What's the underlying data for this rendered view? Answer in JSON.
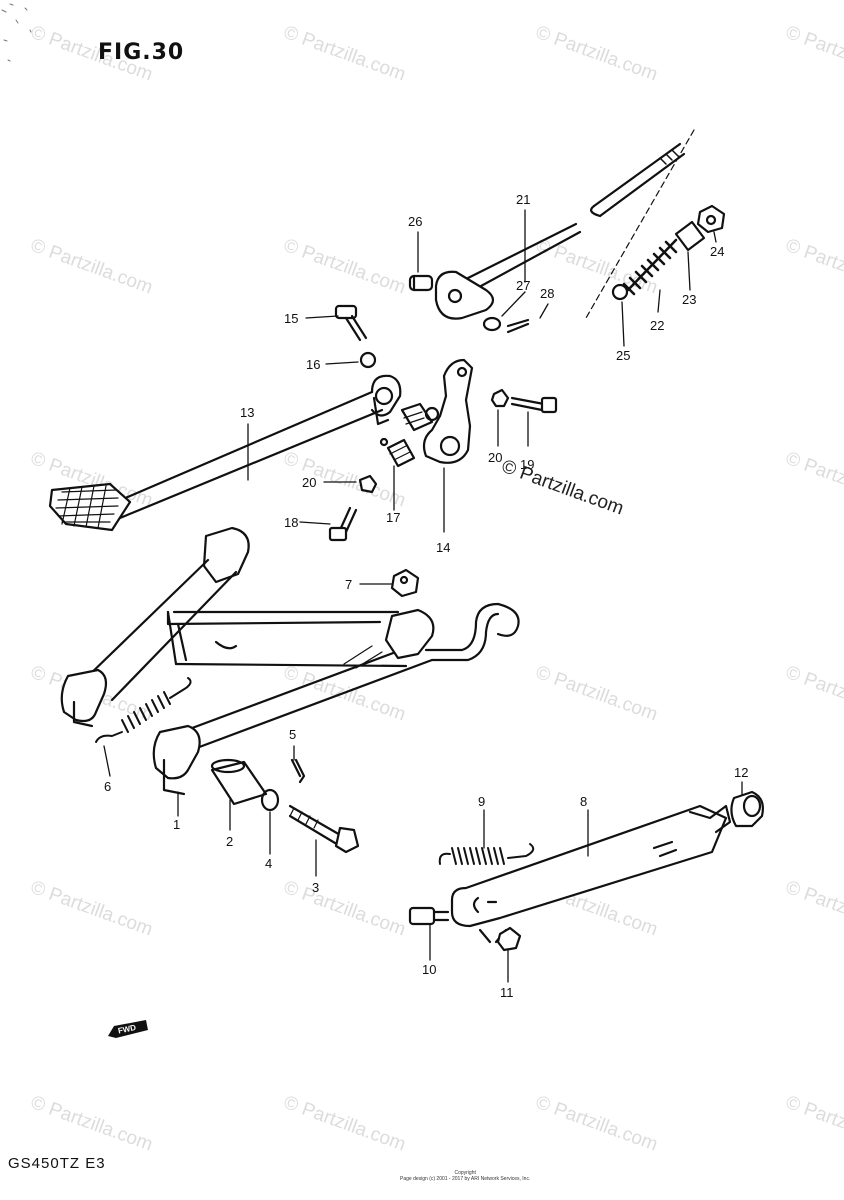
{
  "figure_label": "FIG.30",
  "model_code": "GS450TZ  E3",
  "watermark": "© Partzilla.com",
  "watermark_side": "© Partzilla.com",
  "fwd_label": "FWD",
  "copyright_line1": "Copyright",
  "copyright_line2": "Page design (c) 2001 - 2017 by ARI Network Services, Inc.",
  "callouts": {
    "c1": "1",
    "c2": "2",
    "c3": "3",
    "c4": "4",
    "c5": "5",
    "c6": "6",
    "c7": "7",
    "c8": "8",
    "c9": "9",
    "c10": "10",
    "c11": "11",
    "c12": "12",
    "c13": "13",
    "c14": "14",
    "c15": "15",
    "c16": "16",
    "c17": "17",
    "c18": "18",
    "c19": "19",
    "c20a": "20",
    "c20b": "20",
    "c21": "21",
    "c22": "22",
    "c23": "23",
    "c24": "24",
    "c25": "25",
    "c26": "26",
    "c27": "27",
    "c28": "28"
  }
}
